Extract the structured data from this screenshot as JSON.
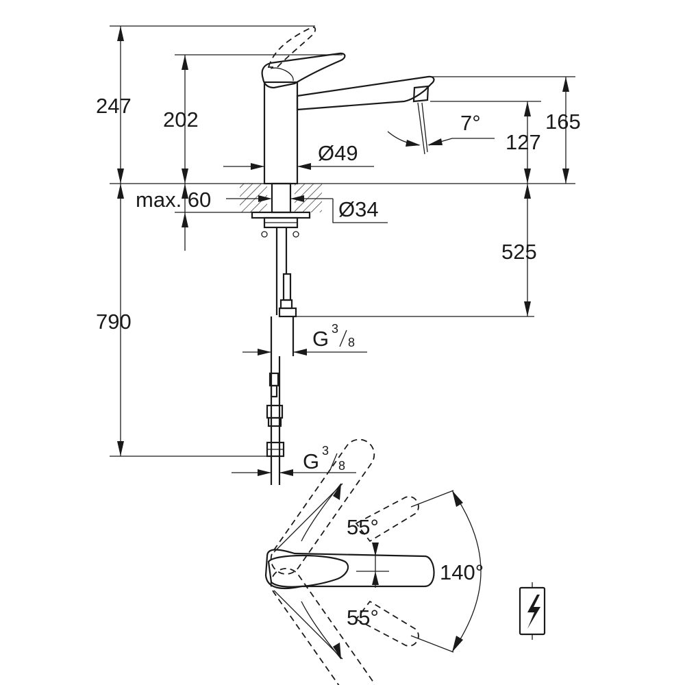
{
  "dimensions": {
    "total_height": "247",
    "lever_height": "202",
    "spout_height": "165",
    "outlet_height": "127",
    "spout_angle": "7°",
    "body_diameter": "Ø49",
    "shank_diameter": "Ø34",
    "max_deck": "max. 60",
    "hose_connection_height": "525",
    "hose_length": "790",
    "thread_top": {
      "prefix": "G",
      "numerator": "3",
      "denominator": "8"
    },
    "thread_bottom": {
      "prefix": "G",
      "numerator": "3",
      "denominator": "8"
    }
  },
  "lever_rotation": {
    "left_angle": "55°",
    "right_angle": "55°",
    "total_angle": "140°"
  },
  "icons": [
    "electrical-hazard-icon"
  ],
  "colors": {
    "ink": "#1a1a1a",
    "background": "#ffffff"
  }
}
